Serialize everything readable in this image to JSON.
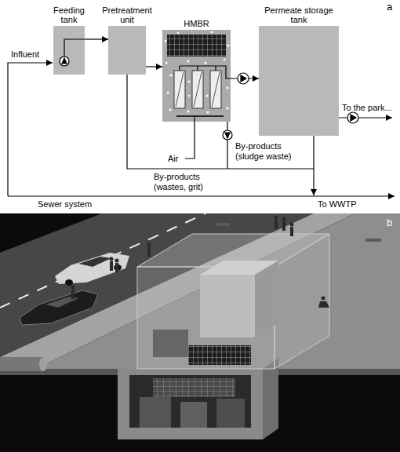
{
  "diagram": {
    "nodes": [
      {
        "text": [
          "Feeding tank"
        ]
      },
      {
        "text": [
          "Pretreatment unit"
        ]
      },
      {
        "text": [
          "HMBR"
        ]
      },
      {
        "text": [
          "Permeate storage tank"
        ]
      }
    ],
    "edges": [
      {
        "from": 0,
        "to": 1,
        "arrow": "to"
      },
      {
        "from": 1,
        "to": 2,
        "arrow": "to"
      },
      {
        "from": 2,
        "to": 3,
        "arrow": "to"
      }
    ],
    "labels": [
      "a",
      "Influent",
      "Air",
      "By-products (wastes, grit)",
      "By-products (sludge waste)",
      "Sewer system",
      "To WWTP",
      "To the park...",
      "b"
    ]
  }
}
